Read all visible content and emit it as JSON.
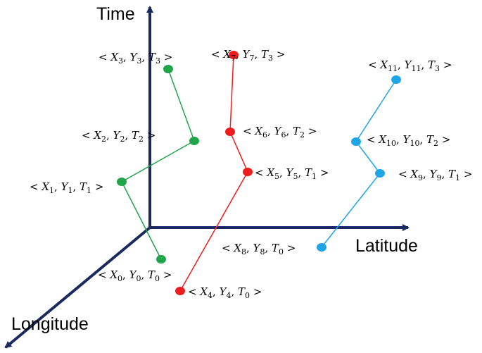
{
  "axes": {
    "time_label": "Time",
    "latitude_label": "Latitude",
    "longitude_label": "Longitude",
    "color": "#1b2a5e"
  },
  "trajectories": [
    {
      "id": "green",
      "color": "#21a54a",
      "points": [
        {
          "x": "0",
          "y": "0",
          "t": "0"
        },
        {
          "x": "1",
          "y": "1",
          "t": "1"
        },
        {
          "x": "2",
          "y": "2",
          "t": "2"
        },
        {
          "x": "3",
          "y": "3",
          "t": "3"
        }
      ]
    },
    {
      "id": "red",
      "color": "#ee1c1c",
      "points": [
        {
          "x": "4",
          "y": "4",
          "t": "0"
        },
        {
          "x": "5",
          "y": "5",
          "t": "1"
        },
        {
          "x": "6",
          "y": "6",
          "t": "2"
        },
        {
          "x": "7",
          "y": "7",
          "t": "3"
        }
      ]
    },
    {
      "id": "blue",
      "color": "#1ea5e6",
      "points": [
        {
          "x": "8",
          "y": "8",
          "t": "0"
        },
        {
          "x": "9",
          "y": "9",
          "t": "1"
        },
        {
          "x": "10",
          "y": "10",
          "t": "2"
        },
        {
          "x": "11",
          "y": "11",
          "t": "3"
        }
      ]
    }
  ]
}
